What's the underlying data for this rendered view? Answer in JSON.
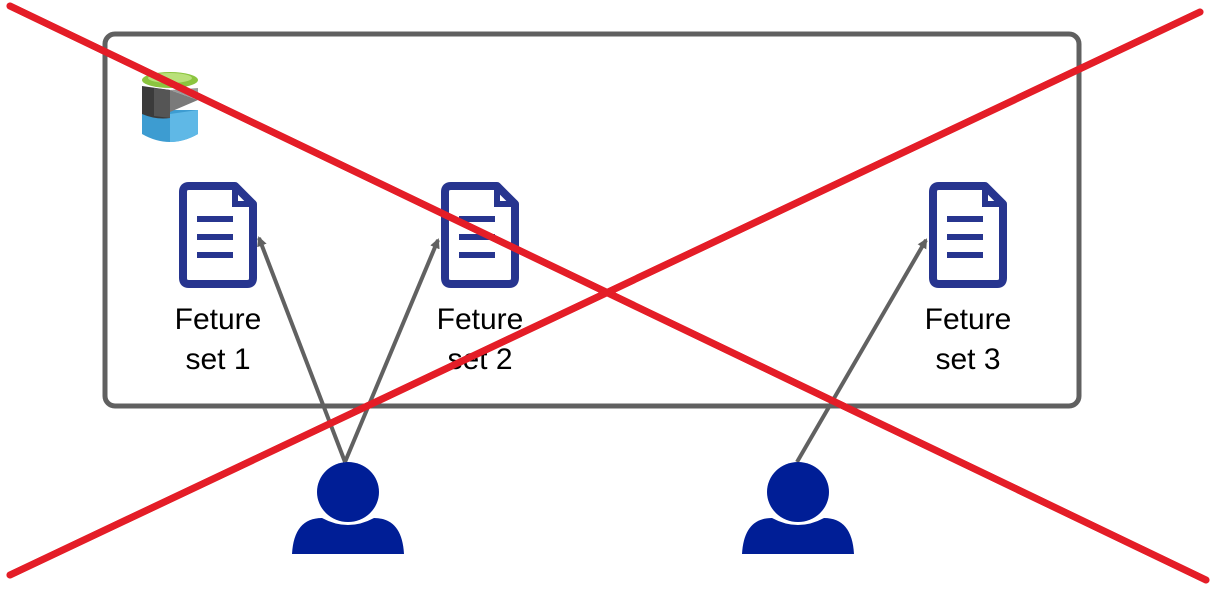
{
  "feature_sets": [
    {
      "line1": "Feture",
      "line2": "set 1"
    },
    {
      "line1": "Feture",
      "line2": "set 2"
    },
    {
      "line1": "Feture",
      "line2": "set 3"
    }
  ],
  "colors": {
    "container_border": "#606060",
    "document_icon": "#27358f",
    "arrow": "#616161",
    "user_icon": "#001e96",
    "cross": "#e41d27",
    "datalake_green": "#8bc53f",
    "datalake_dark": "#3b3b3b",
    "datalake_blue": "#3d9cd1"
  },
  "icons": {
    "storage": "data-lake-icon",
    "document": "document-icon",
    "user": "user-icon"
  }
}
